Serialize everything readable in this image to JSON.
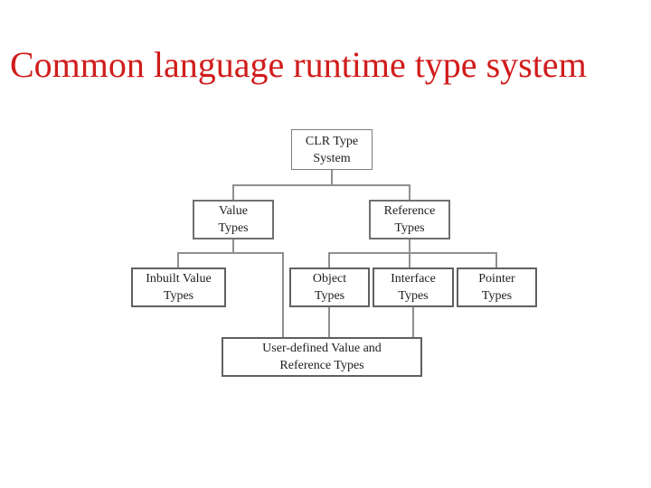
{
  "title": "Common language runtime type system",
  "colors": {
    "title_text": "#d11c1c",
    "box_border": "#6f6f6f",
    "connector_line": "#8f8f8f",
    "node_text": "#1f1f1f",
    "background": "#ffffff"
  },
  "diagram": {
    "nodes": [
      {
        "id": "clr-type-system",
        "label": "CLR Type System",
        "line1": "CLR Type",
        "line2": "System"
      },
      {
        "id": "value-types",
        "label": "Value Types",
        "line1": "Value",
        "line2": "Types"
      },
      {
        "id": "reference-types",
        "label": "Reference Types",
        "line1": "Reference",
        "line2": "Types"
      },
      {
        "id": "inbuilt-value-types",
        "label": "Inbuilt Value Types",
        "line1": "Inbuilt Value",
        "line2": "Types"
      },
      {
        "id": "object-types",
        "label": "Object Types",
        "line1": "Object",
        "line2": "Types"
      },
      {
        "id": "interface-types",
        "label": "Interface Types",
        "line1": "Interface",
        "line2": "Types"
      },
      {
        "id": "pointer-types",
        "label": "Pointer Types",
        "line1": "Pointer",
        "line2": "Types"
      },
      {
        "id": "user-defined-types",
        "label": "User-defined Value and Reference Types",
        "line1": "User-defined Value and",
        "line2": "Reference Types"
      }
    ],
    "edges": [
      "CLR Type System -> Value Types",
      "CLR Type System -> Reference Types",
      "Value Types -> Inbuilt Value Types",
      "Value Types -> User-defined Value and Reference Types",
      "Reference Types -> Object Types",
      "Reference Types -> Interface Types",
      "Reference Types -> Pointer Types",
      "Object Types -> User-defined Value and Reference Types",
      "Interface Types -> User-defined Value and Reference Types"
    ]
  }
}
